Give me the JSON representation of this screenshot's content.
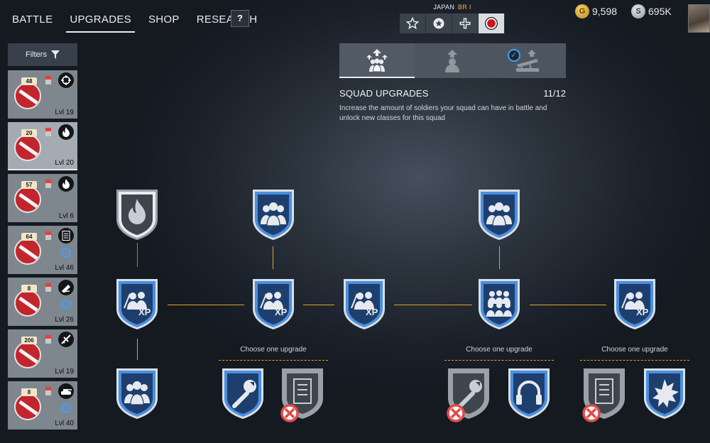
{
  "nav": {
    "tabs": [
      "BATTLE",
      "UPGRADES",
      "SHOP",
      "RESEARCH"
    ],
    "active": "UPGRADES",
    "help": "?"
  },
  "nation": {
    "name": "JAPAN",
    "br": "BR I",
    "icons": [
      "star-icon",
      "soviet-star-icon",
      "german-cross-icon",
      "japan-sun-icon"
    ],
    "active_icon": "japan-sun-icon"
  },
  "currency": {
    "gold_symbol": "G",
    "gold": "9,598",
    "silver_symbol": "S",
    "silver": "695K"
  },
  "sidebar": {
    "filters_label": "Filters",
    "squads": [
      {
        "num": "48",
        "level": "Lvl 19",
        "class_icon": "scope-icon",
        "checked": false,
        "selected": false
      },
      {
        "num": "20",
        "level": "Lvl 20",
        "class_icon": "flame-icon",
        "checked": false,
        "selected": true
      },
      {
        "num": "57",
        "level": "Lvl 6",
        "class_icon": "flame-icon",
        "checked": false,
        "selected": false
      },
      {
        "num": "64",
        "level": "Lvl 46",
        "class_icon": "document-icon",
        "checked": true,
        "selected": false
      },
      {
        "num": "8",
        "level": "Lvl 26",
        "class_icon": "mortar-icon",
        "checked": true,
        "selected": false
      },
      {
        "num": "206",
        "level": "Lvl 19",
        "class_icon": "plane-icon",
        "checked": false,
        "selected": false
      },
      {
        "num": "8",
        "level": "Lvl 40",
        "class_icon": "tank-icon",
        "checked": true,
        "selected": false
      }
    ]
  },
  "upgrade_tabs": [
    {
      "name": "squad-upgrades-tab",
      "active": true,
      "checked": false
    },
    {
      "name": "soldier-upgrades-tab",
      "active": false,
      "checked": false
    },
    {
      "name": "equipment-upgrades-tab",
      "active": false,
      "checked": true
    }
  ],
  "squad": {
    "title": "SQUAD UPGRADES",
    "count": "11/12",
    "description": "Increase the amount of soldiers your squad can have in battle and unlock new classes for this squad"
  },
  "tree": {
    "choose_label": "Choose one upgrade",
    "xp_label": "XP",
    "colors": {
      "active": "#2f6fc0",
      "locked": "#8a9098",
      "connector": "#e0a428",
      "ban": "#e04a4a"
    }
  }
}
